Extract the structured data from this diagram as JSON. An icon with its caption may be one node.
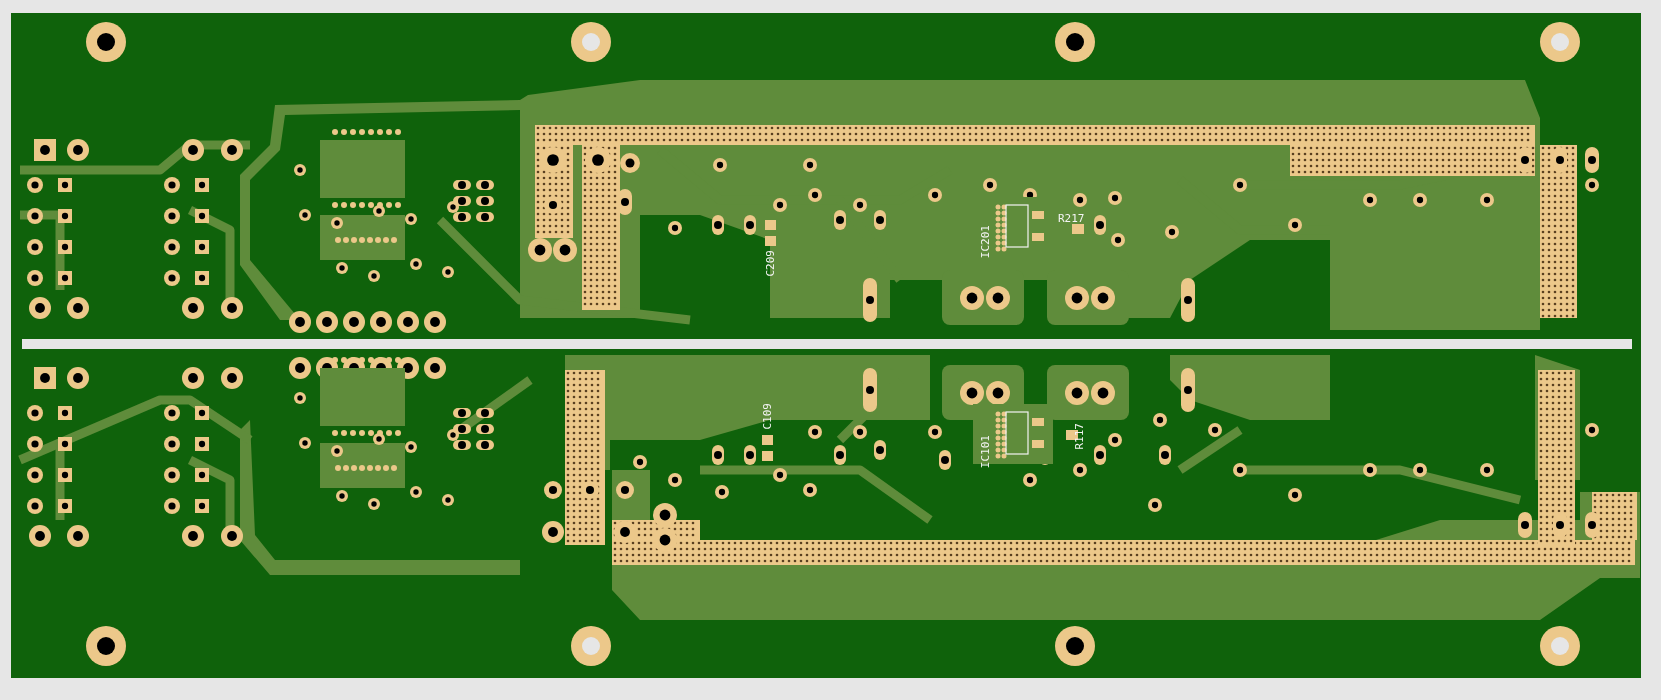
{
  "diagram": {
    "labels": [
      "C209",
      "IC201",
      "R217",
      "C109",
      "IC101",
      "R117"
    ]
  }
}
